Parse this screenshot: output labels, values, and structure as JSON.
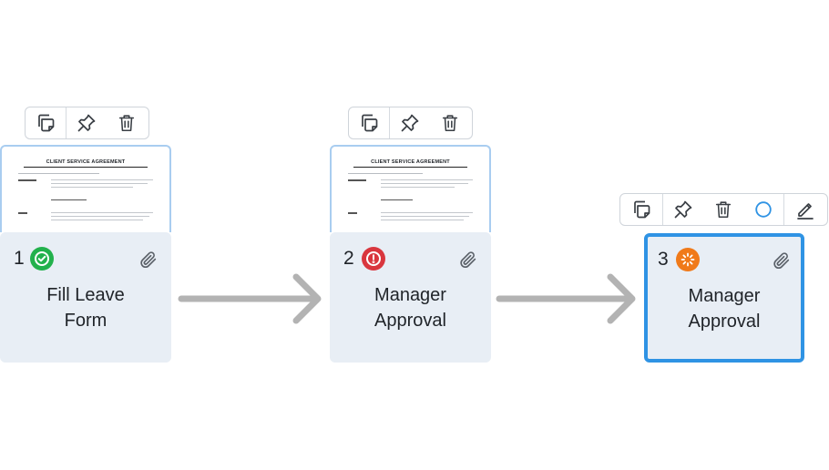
{
  "document_preview": {
    "title": "CLIENT SERVICE AGREEMENT"
  },
  "steps": [
    {
      "number": "1",
      "status": "complete",
      "status_color": "#22b14c",
      "label_line1": "Fill Leave",
      "label_line2": "Form",
      "has_attachment": true,
      "has_document": true,
      "selected": false
    },
    {
      "number": "2",
      "status": "error",
      "status_color": "#d9363e",
      "label_line1": "Manager",
      "label_line2": "Approval",
      "has_attachment": true,
      "has_document": true,
      "selected": false
    },
    {
      "number": "3",
      "status": "in-progress",
      "status_color": "#f07a1a",
      "label_line1": "Manager",
      "label_line2": "Approval",
      "has_attachment": true,
      "has_document": false,
      "selected": true
    }
  ],
  "toolbar_icons": [
    "copy-icon",
    "pin-icon",
    "trash-icon",
    "circle-icon",
    "pencil-icon"
  ],
  "colors": {
    "card_bg": "#e8eef5",
    "selected_border": "#2f93e4",
    "doc_border": "#a9cdf0",
    "arrow": "#b3b3b3",
    "circle_icon": "#2f93e4"
  }
}
